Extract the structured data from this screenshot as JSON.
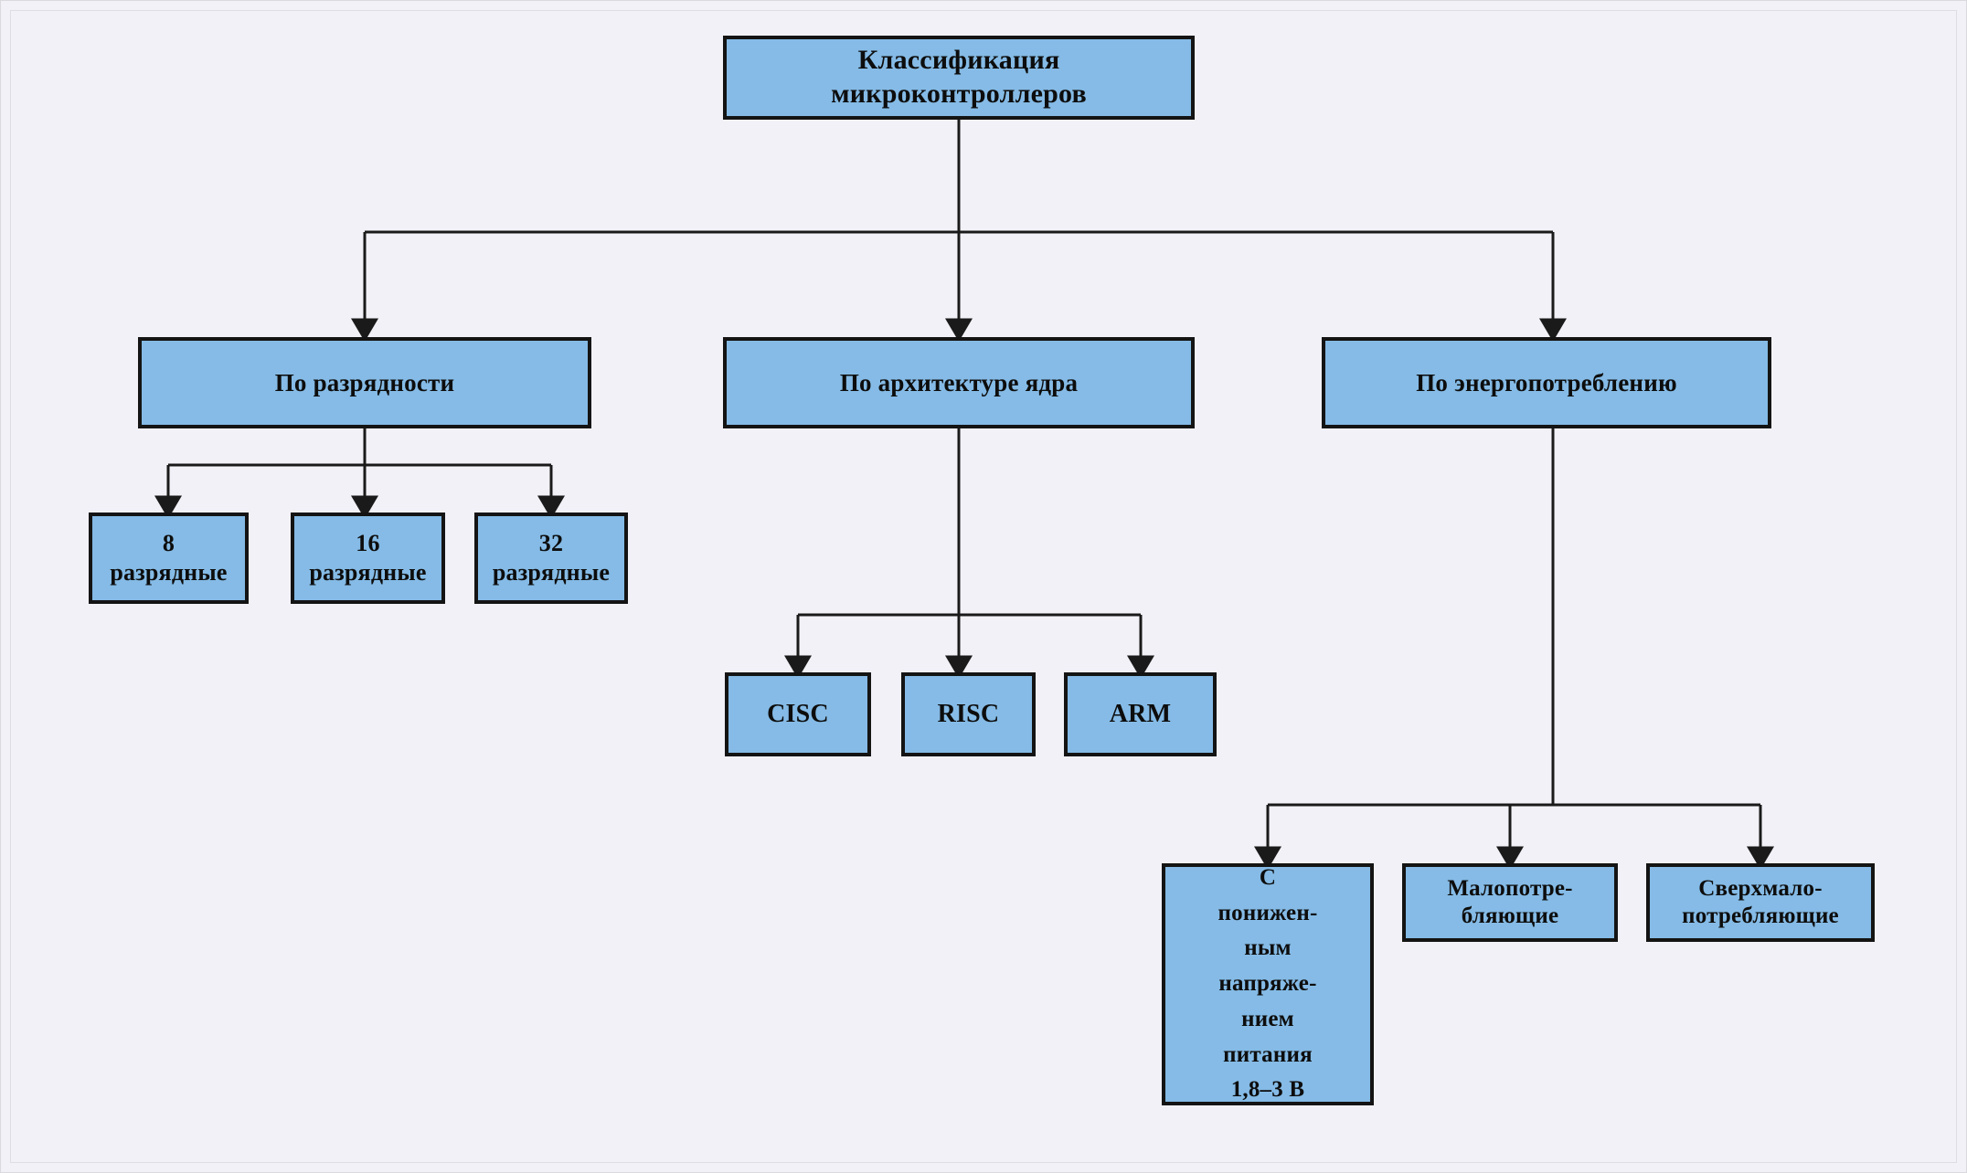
{
  "diagram": {
    "title": "Классификация микроконтроллеров",
    "root": {
      "label": "Классификация\nмикроконтроллеров"
    },
    "branches": [
      {
        "id": "bit-width",
        "label": "По разрядности",
        "children": [
          {
            "id": "bits-8",
            "label": "8\nразрядные"
          },
          {
            "id": "bits-16",
            "label": "16\nразрядные"
          },
          {
            "id": "bits-32",
            "label": "32\nразрядные"
          }
        ]
      },
      {
        "id": "core-architecture",
        "label": "По архитектуре ядра",
        "children": [
          {
            "id": "cisc",
            "label": "CISC"
          },
          {
            "id": "risc",
            "label": "RISC"
          },
          {
            "id": "arm",
            "label": "ARM"
          }
        ]
      },
      {
        "id": "power-consumption",
        "label": "По энергопотреблению",
        "children": [
          {
            "id": "low-voltage",
            "label": "С\nпонижен-\nным\nнапряже-\nнием\nпитания\n1,8–3 В"
          },
          {
            "id": "low-power",
            "label": "Малопотре-\nбляющие"
          },
          {
            "id": "ultra-low",
            "label": "Сверхмало-\nпотребляющие"
          }
        ]
      }
    ]
  },
  "colors": {
    "node_fill": "#85bbe6",
    "node_border": "#141414",
    "page_background": "#f2f1f7",
    "connector": "#1a1a1a",
    "text": "#0d0d0d"
  }
}
